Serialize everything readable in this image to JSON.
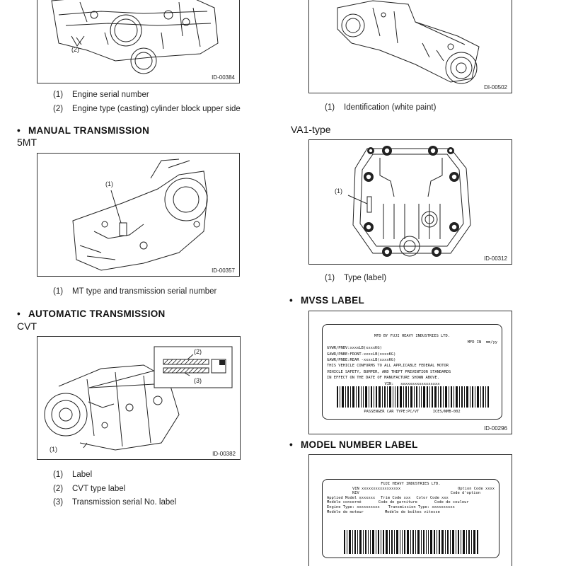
{
  "engine": {
    "figure_id": "ID-00384",
    "callout": "(2)",
    "legend": [
      {
        "num": "(1)",
        "text": "Engine serial number"
      },
      {
        "num": "(2)",
        "text": "Engine type (casting) cylinder block upper side"
      }
    ]
  },
  "rear_diff_top": {
    "figure_id": "DI-00502",
    "legend": [
      {
        "num": "(1)",
        "text": "Identification (white paint)"
      }
    ]
  },
  "manual_transmission": {
    "heading_bullet": "•",
    "heading": "MANUAL TRANSMISSION",
    "subheading": "5MT",
    "figure_id": "ID-00357",
    "callout": "(1)",
    "legend": [
      {
        "num": "(1)",
        "text": "MT type and transmission serial number"
      }
    ]
  },
  "va1": {
    "subheading": "VA1-type",
    "figure_id": "ID-00312",
    "callout": "(1)",
    "legend": [
      {
        "num": "(1)",
        "text": "Type (label)"
      }
    ]
  },
  "automatic_transmission": {
    "heading_bullet": "•",
    "heading": "AUTOMATIC TRANSMISSION",
    "subheading": "CVT",
    "figure_id": "ID-00382",
    "callouts": [
      "(1)",
      "(2)",
      "(3)"
    ],
    "legend": [
      {
        "num": "(1)",
        "text": "Label"
      },
      {
        "num": "(2)",
        "text": "CVT type label"
      },
      {
        "num": "(3)",
        "text": "Transmission serial No. label"
      }
    ]
  },
  "mvss_label": {
    "heading_bullet": "•",
    "heading": "MVSS LABEL",
    "figure_id": "ID-00296",
    "label_lines": [
      "MFD BY FUJI HEAVY INDUSTRIES LTD.",
      "MFD IN  mm/yy",
      "GVWR/PNBV:xxxxLB(xxxxKG)",
      "GAWR/PNBE:FRONT-xxxxLB(xxxxKG)",
      "GAWR/PNBE:REAR -xxxxLB(xxxxKG)",
      "THIS VEHICLE CONFORMS TO ALL APPLICABLE FEDERAL MOTOR",
      "VEHICLE SAFETY, BUMPER, AND THEFT PREVENTION STANDARDS",
      "IN EFFECT ON THE DATE OF MANUFACTURE SHOWN ABOVE.",
      "VIN:   xxxxxxxxxxxxxxxxx",
      "PASSENGER CAR TYPE:PC/VT      ICES/NMB-002"
    ]
  },
  "model_number_label": {
    "heading_bullet": "•",
    "heading": "MODEL NUMBER LABEL",
    "label_lines": [
      "FUJI HEAVY INDUSTRIES LTD.",
      "VIN  xxxxxxxxxxxxxxxxx",
      "Option Code  xxxx",
      "NIV",
      "Code d'option",
      "Applied Model  xxxxxxx",
      "Trim Code  xxx",
      "Color Code  xxx",
      "Modèle concerné",
      "Code de garniture",
      "Code de couleur",
      "Engine Type: xxxxxxxxxx",
      "Transmission Type: xxxxxxxxxx",
      "Modèle de moteur",
      "Modèle de boîtes vitesse"
    ]
  }
}
